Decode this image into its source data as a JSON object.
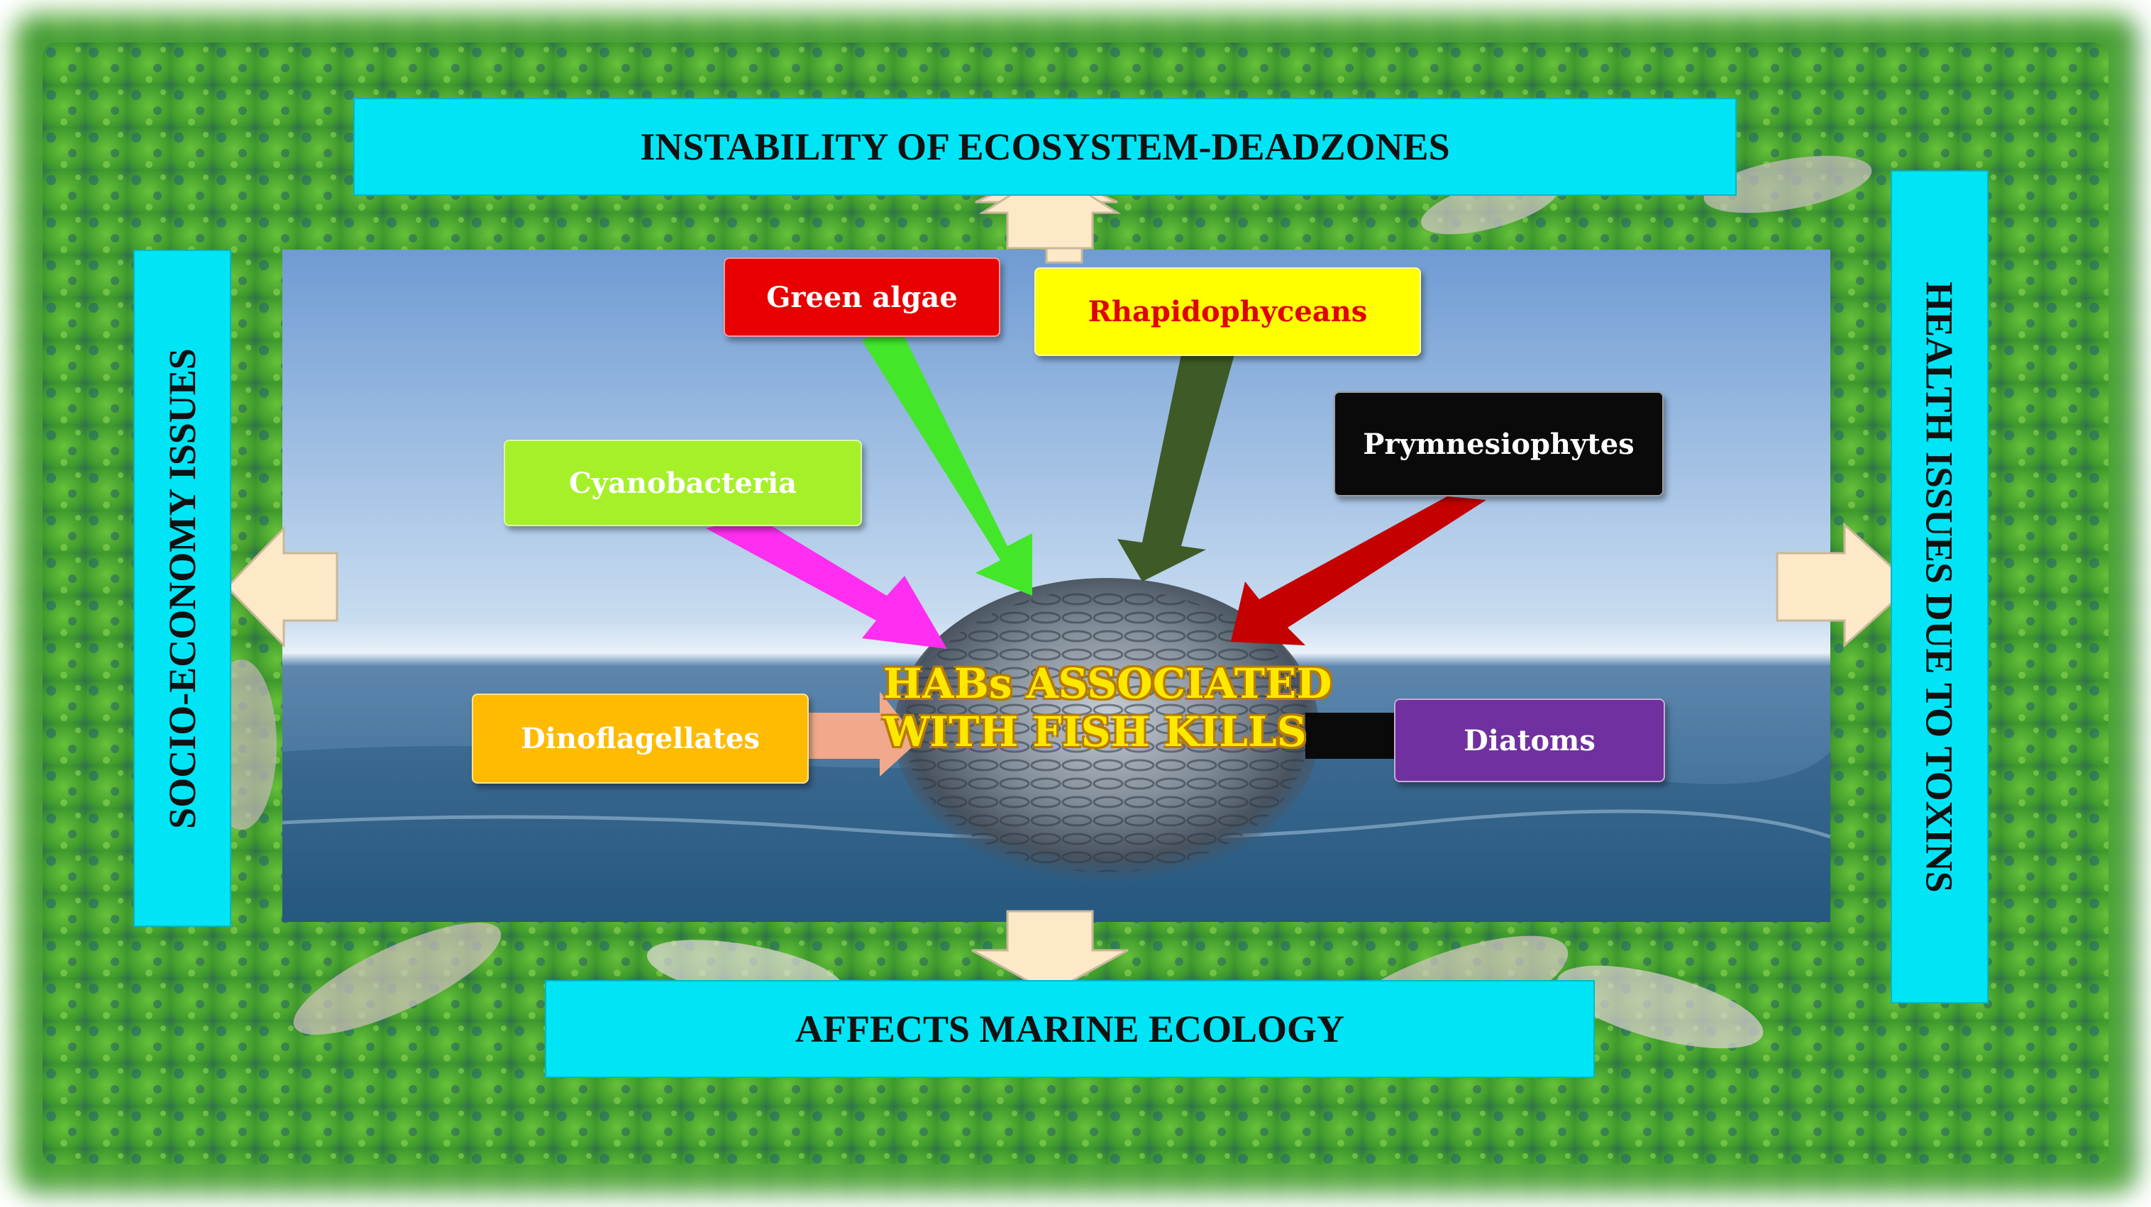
{
  "center": {
    "line1": "HABs ASSOCIATED",
    "line2": "WITH FISH KILLS"
  },
  "organisms": {
    "green_algae": "Green algae",
    "rhapidophyceans": "Rhapidophyceans",
    "cyanobacteria": "Cyanobacteria",
    "prymnesiophytes": "Prymnesiophytes",
    "dinoflagellates": "Dinoflagellates",
    "diatoms": "Diatoms"
  },
  "effects": {
    "top": "INSTABILITY OF ECOSYSTEM-DEADZONES",
    "bottom": "AFFECTS MARINE ECOLOGY",
    "left": "SOCIO-ECONOMY ISSUES",
    "right": "HEALTH ISSUES DUE TO TOXINS"
  },
  "colors": {
    "effect_box": "#00e5f5",
    "green_algae": "#e80000",
    "rhapidophyceans": "#ffff00",
    "cyanobacteria": "#a6f02a",
    "prymnesiophytes": "#0a0a0a",
    "dinoflagellates": "#ffbb00",
    "diatoms": "#7030a0",
    "outer_arrow": "#fde9c8"
  }
}
